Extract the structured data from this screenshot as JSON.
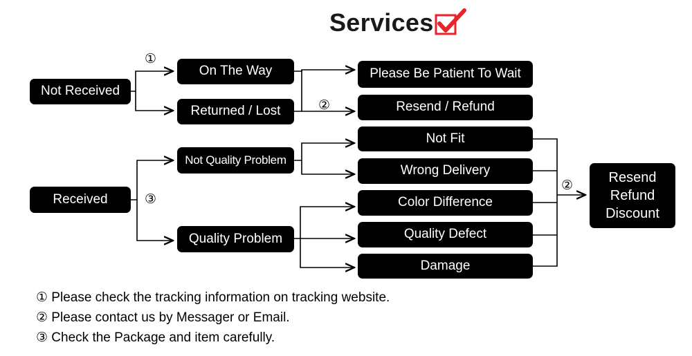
{
  "title": "Services",
  "icons": {
    "checkmark": "checkmark-box-icon",
    "checkmark_color": "#e8232a"
  },
  "nodes": {
    "not_received": "Not Received",
    "on_the_way": "On The Way",
    "returned_lost": "Returned / Lost",
    "please_wait": "Please Be Patient To Wait",
    "resend_refund": "Resend / Refund",
    "received": "Received",
    "not_quality_problem": "Not Quality Problem",
    "quality_problem": "Quality Problem",
    "not_fit": "Not Fit",
    "wrong_delivery": "Wrong Delivery",
    "color_difference": "Color Difference",
    "quality_defect": "Quality Defect",
    "damage": "Damage",
    "outcome": [
      "Resend",
      "Refund",
      "Discount"
    ]
  },
  "step_markers": {
    "step1": "①",
    "step2": "②",
    "step3": "③"
  },
  "notes": [
    "① Please check the tracking information on tracking website.",
    "② Please contact us by Messager or Email.",
    "③ Check the Package and item carefully."
  ]
}
